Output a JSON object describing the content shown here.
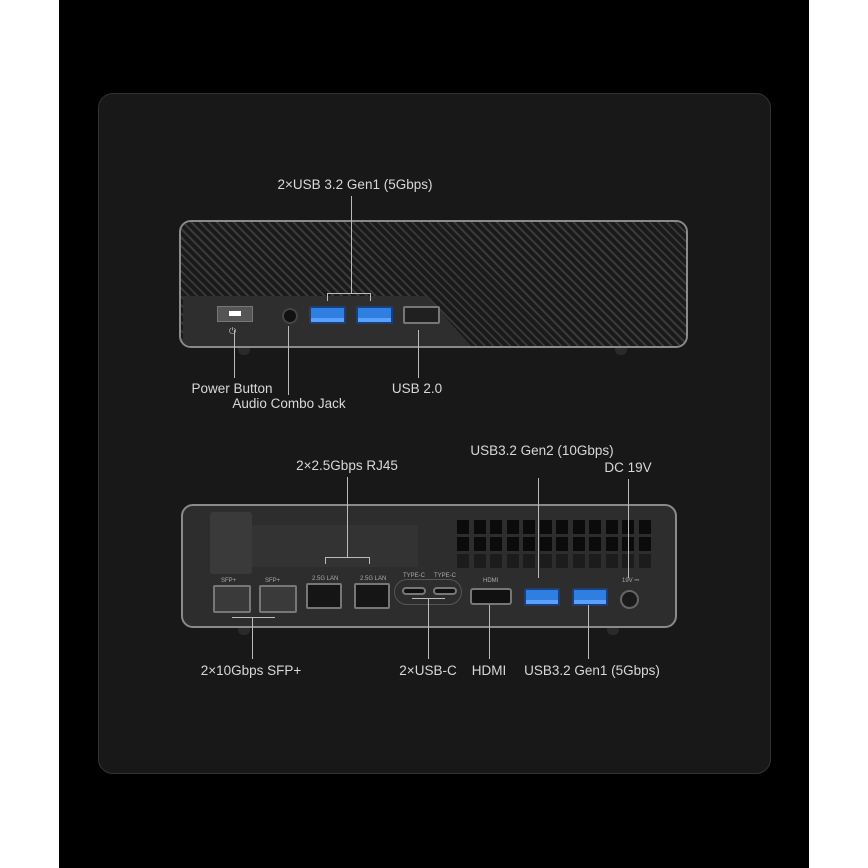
{
  "front": {
    "usb3_gen1_label": "2×USB 3.2 Gen1 (5Gbps)",
    "power_button_label": "Power Button",
    "audio_jack_label": "Audio Combo Jack",
    "usb2_label": "USB 2.0"
  },
  "rear": {
    "rj45_label": "2×2.5Gbps RJ45",
    "usb3_gen2_label": "USB3.2 Gen2 (10Gbps)",
    "dc_label": "DC 19V",
    "sfp_label": "2×10Gbps SFP+",
    "usbc_label": "2×USB-C",
    "hdmi_label": "HDMI",
    "usb3_gen1_label": "USB3.2 Gen1 (5Gbps)",
    "port_marks": {
      "sfp": "SFP+",
      "lan": "2.5G LAN",
      "typec": "TYPE-C",
      "hdmi": "HDMI",
      "dc": "19V ⎓"
    }
  },
  "colors": {
    "usb3": "#2f7fe0",
    "card": "#181818"
  }
}
